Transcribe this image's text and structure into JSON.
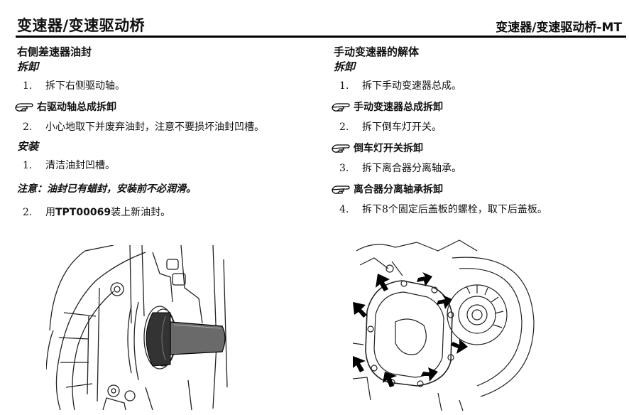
{
  "header": {
    "title_left": "变速器/变速驱动桥",
    "title_right": "变速器/变速驱动桥-MT"
  },
  "left": {
    "section_title": "右侧差速器油封",
    "removal_title": "拆卸",
    "removal_steps": [
      {
        "num": "1.",
        "text": "拆下右侧驱动轴。"
      }
    ],
    "ref1": "右驱动轴总成拆卸",
    "removal_steps_2": [
      {
        "num": "2.",
        "text": "小心地取下并废弃油封，注意不要损坏油封凹槽。"
      }
    ],
    "install_title": "安装",
    "install_steps": [
      {
        "num": "1.",
        "text": "清洁油封凹槽。"
      }
    ],
    "note": "注意：油封已有蜡封，安装前不必润滑。",
    "install_steps_2": {
      "num": "2.",
      "prefix": "用",
      "tool": "TPT00069",
      "suffix": "装上新油封。"
    }
  },
  "right": {
    "section_title": "手动变速器的解体",
    "removal_title": "拆卸",
    "step1": {
      "num": "1.",
      "text": "拆下手动变速器总成。"
    },
    "ref1": "手动变速器总成拆卸",
    "step2": {
      "num": "2.",
      "text": "拆下倒车灯开关。"
    },
    "ref2": "倒车灯开关拆卸",
    "step3": {
      "num": "3.",
      "text": "拆下离合器分离轴承。"
    },
    "ref3": "离合器分离轴承拆卸",
    "step4": {
      "num": "4.",
      "text": "拆下8个固定后盖板的螺栓，取下后盖板。"
    }
  },
  "icons": {
    "reference": "pointing-hand-icon"
  }
}
